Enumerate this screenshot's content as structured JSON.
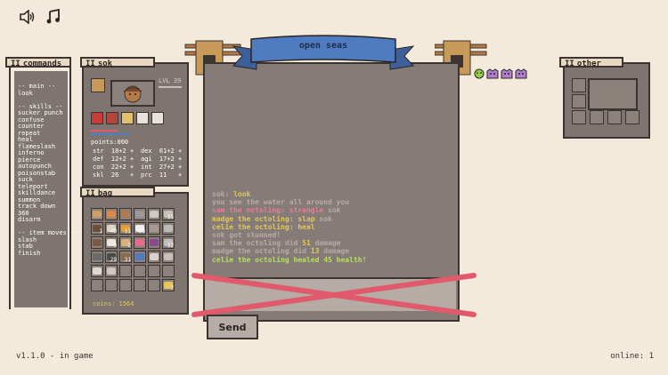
{
  "colors": {
    "bg": "#f3eadb",
    "panel": "#7e7570",
    "chat": "#857c77",
    "banner": "#4f7cc1",
    "accent_red": "#e05a6c",
    "gold": "#e5c65a",
    "pink": "#e87b9a",
    "green": "#b8e05c",
    "grey": "#b5aca6"
  },
  "top_icons": {
    "sound": "speaker-icon",
    "music": "music-note-icon"
  },
  "commands_panel": {
    "roman": "II",
    "title": "commands",
    "items": [
      "-- main --",
      "look",
      "",
      "-- skills --",
      "sucker punch",
      "confuse",
      "counter",
      "repeat",
      "heal",
      "flameslash",
      "inferno",
      "pierce",
      "autopunch",
      "poisonstab",
      "suck",
      "teleport",
      "skilldance",
      "summon",
      "track down",
      "360",
      "disarm",
      "",
      "-- item moves --",
      "slash",
      "stab",
      "finish"
    ]
  },
  "character_panel": {
    "roman": "II",
    "title": "sok",
    "level": "LVL 39",
    "points": "points:000",
    "stats": [
      {
        "name": "str",
        "val": "18+2"
      },
      {
        "name": "dex",
        "val": "61+2"
      },
      {
        "name": "def",
        "val": "12+2"
      },
      {
        "name": "agi",
        "val": "17+2"
      },
      {
        "name": "con",
        "val": "22+2"
      },
      {
        "name": "int",
        "val": "27+2"
      },
      {
        "name": "skl",
        "val": "26"
      },
      {
        "name": "prc",
        "val": "11"
      }
    ]
  },
  "bag_panel": {
    "roman": "II",
    "title": "bag",
    "coins": "coins: 1564",
    "slots": [
      {
        "c": "#c8a06a",
        "n": ""
      },
      {
        "c": "#d88a4a",
        "n": ""
      },
      {
        "c": "#b07a50",
        "n": ""
      },
      {
        "c": "#9a9a9a",
        "n": ""
      },
      {
        "c": "#d0c9c0",
        "n": ""
      },
      {
        "c": "#c7c2b8",
        "n": "15"
      },
      {
        "c": "#6a4f3a",
        "n": "1"
      },
      {
        "c": "#dcd6cc",
        "n": "40"
      },
      {
        "c": "#e0a040",
        "n": "11"
      },
      {
        "c": "#f0f0f0",
        "n": "28"
      },
      {
        "c": "#a89a90",
        "n": ""
      },
      {
        "c": "#bbb",
        "n": ""
      },
      {
        "c": "#7a5a40",
        "n": ""
      },
      {
        "c": "#ece6de",
        "n": "9"
      },
      {
        "c": "#d8b27a",
        "n": "2"
      },
      {
        "c": "#e86c8a",
        "n": ""
      },
      {
        "c": "#8a4a90",
        "n": ""
      },
      {
        "c": "#c0c0c0",
        "n": "12"
      },
      {
        "c": "#6a6a6a",
        "n": ""
      },
      {
        "c": "#4a4a4a",
        "n": "29"
      },
      {
        "c": "#8a6a4a",
        "n": "31"
      },
      {
        "c": "#4f7cc1",
        "n": ""
      },
      {
        "c": "#d9d3cc",
        "n": ""
      },
      {
        "c": "#c8c0b8",
        "n": ""
      },
      {
        "c": "#e0dad2",
        "n": ""
      },
      {
        "c": "#d0c8c0",
        "n": ""
      },
      {
        "c": "",
        "n": ""
      },
      {
        "c": "",
        "n": ""
      },
      {
        "c": "",
        "n": ""
      },
      {
        "c": "",
        "n": ""
      },
      {
        "c": "",
        "n": ""
      },
      {
        "c": "",
        "n": ""
      },
      {
        "c": "",
        "n": ""
      },
      {
        "c": "",
        "n": ""
      },
      {
        "c": "",
        "n": ""
      },
      {
        "c": "#e5c65a",
        "n": "7"
      }
    ]
  },
  "main_banner": {
    "title": "open seas"
  },
  "party_icons": [
    "green-face-icon",
    "purple-monster-icon",
    "purple-monster-icon",
    "purple-monster-icon"
  ],
  "chat_log": [
    {
      "parts": [
        {
          "t": "sok: ",
          "c": "grey"
        },
        {
          "t": "look",
          "c": "gold"
        }
      ]
    },
    {
      "parts": [
        {
          "t": "you see the water all around you",
          "c": "grey"
        }
      ]
    },
    {
      "parts": [
        {
          "t": "sam the octoling: strangle ",
          "c": "pink"
        },
        {
          "t": "sok",
          "c": "grey"
        }
      ]
    },
    {
      "parts": [
        {
          "t": "madge the octoling: slap ",
          "c": "gold"
        },
        {
          "t": "sok",
          "c": "grey"
        }
      ]
    },
    {
      "parts": [
        {
          "t": "celie the octoling: heal",
          "c": "gold"
        }
      ]
    },
    {
      "parts": [
        {
          "t": "sok got stunned!",
          "c": "grey"
        }
      ]
    },
    {
      "parts": [
        {
          "t": "sam the octoling did ",
          "c": "grey"
        },
        {
          "t": "51",
          "c": "gold"
        },
        {
          "t": " damage",
          "c": "grey"
        }
      ]
    },
    {
      "parts": [
        {
          "t": "madge the octoling did ",
          "c": "grey"
        },
        {
          "t": "13",
          "c": "gold"
        },
        {
          "t": " damage",
          "c": "grey"
        }
      ]
    },
    {
      "parts": [
        {
          "t": "celie the octoling healed 45 health!",
          "c": "green"
        }
      ]
    }
  ],
  "send_button": {
    "label": "Send"
  },
  "other_panel": {
    "roman": "II",
    "title": "other"
  },
  "footer": {
    "version": "v1.1.0 - in game",
    "online": "online: 1"
  }
}
